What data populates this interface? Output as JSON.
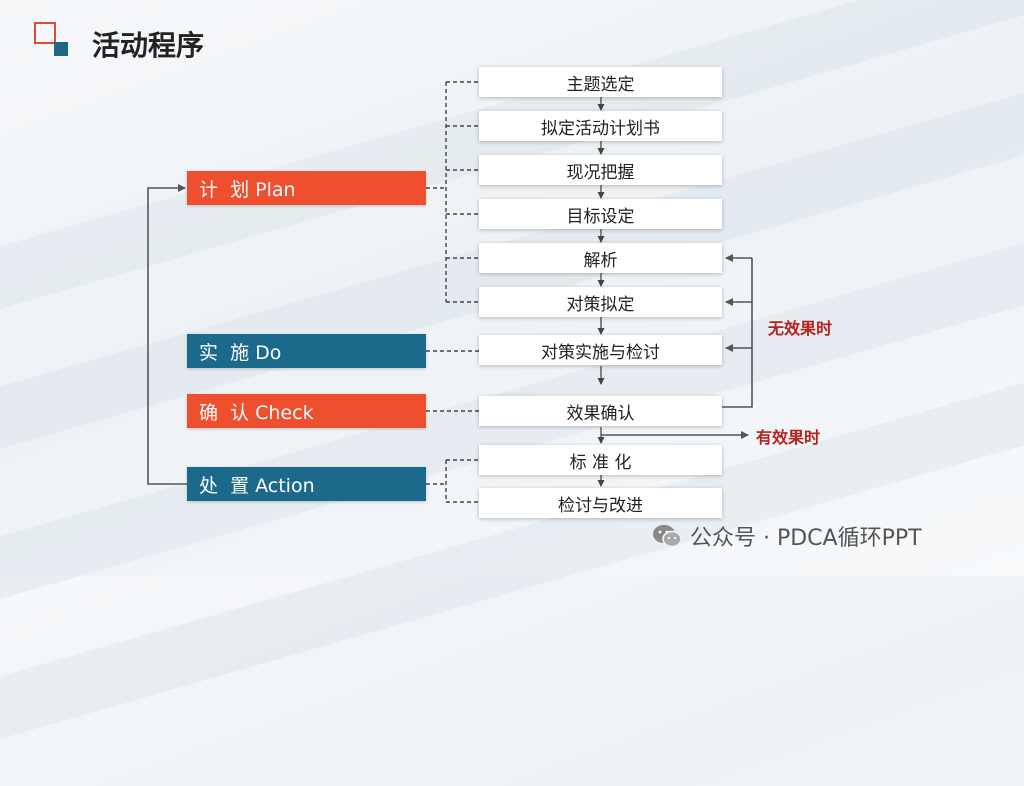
{
  "page": {
    "title": "活动程序"
  },
  "phases": [
    {
      "id": "plan",
      "label": "计  划 Plan",
      "color": "#ee4f2f"
    },
    {
      "id": "do",
      "label": "实  施 Do",
      "color": "#1c6a8b"
    },
    {
      "id": "check",
      "label": "确  认 Check",
      "color": "#ee4f2f"
    },
    {
      "id": "action",
      "label": "处  置 Action",
      "color": "#1c6a8b"
    }
  ],
  "steps": [
    "主题选定",
    "拟定活动计划书",
    "现况把握",
    "目标设定",
    "解析",
    "对策拟定",
    "对策实施与检讨",
    "效果确认",
    "标 准 化",
    "检讨与改进"
  ],
  "feedback": {
    "no_effect": "无效果时",
    "effective": "有效果时"
  },
  "footer": {
    "icon": "wechat-icon",
    "text": "公众号 · PDCA循环PPT"
  }
}
